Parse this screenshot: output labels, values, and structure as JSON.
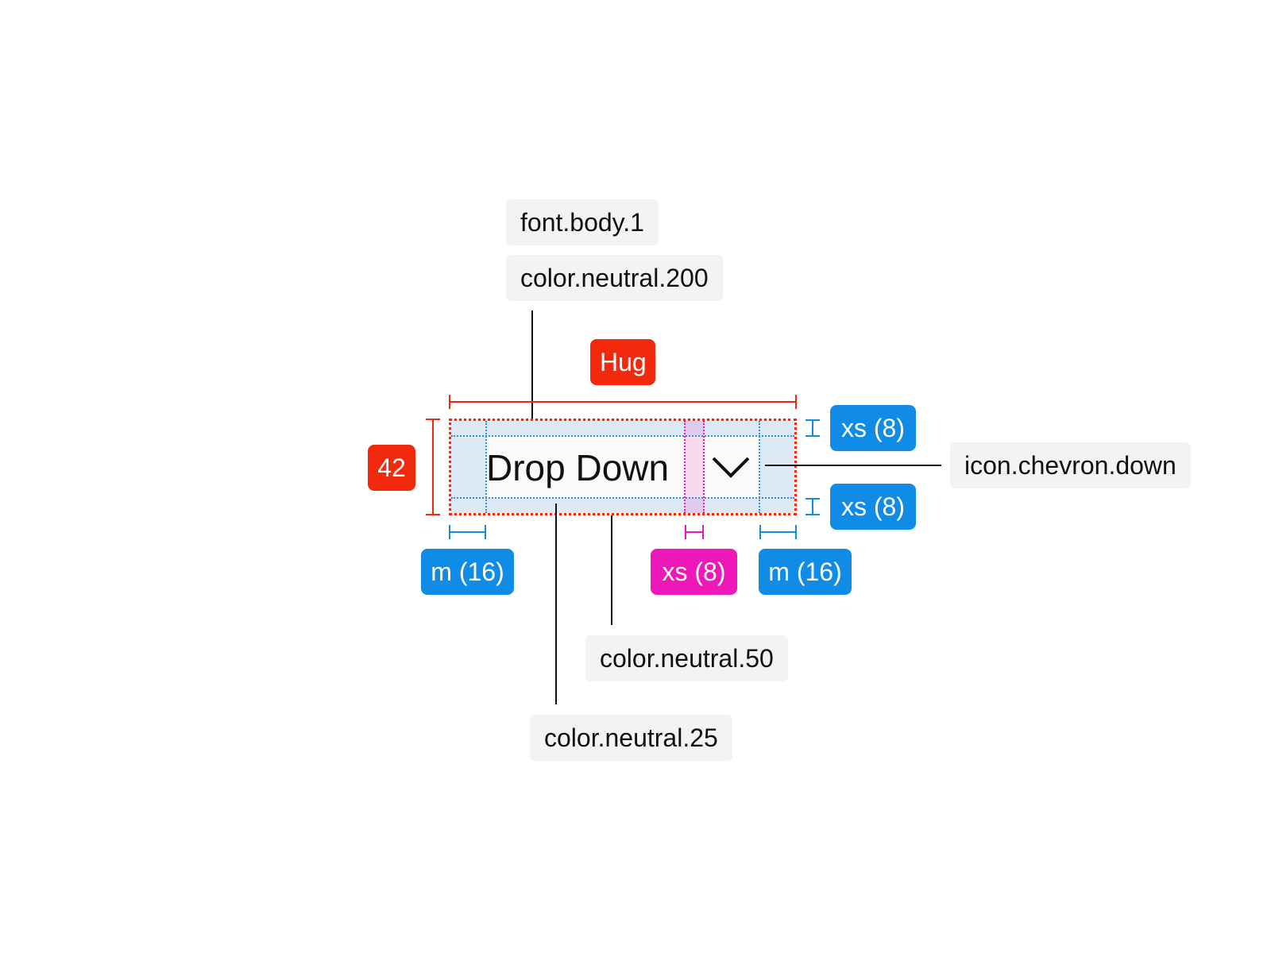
{
  "component": {
    "text": "Drop Down",
    "icon": "chevron-down-icon"
  },
  "tokens": {
    "font": "font.body.1",
    "text_color": "color.neutral.200",
    "icon": "icon.chevron.down",
    "border_color": "color.neutral.50",
    "background_color": "color.neutral.25"
  },
  "dimensions": {
    "width": "Hug",
    "height": "42",
    "padding_top": "xs (8)",
    "padding_bottom": "xs (8)",
    "padding_left": "m (16)",
    "padding_right": "m (16)",
    "gap": "xs (8)"
  },
  "colors": {
    "size": "#f2290c",
    "padding": "#118ce6",
    "gap": "#ee18b8"
  }
}
